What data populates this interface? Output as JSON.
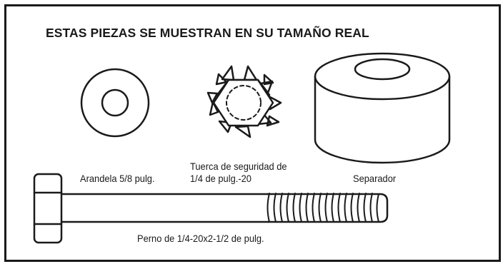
{
  "title": "ESTAS PIEZAS SE MUESTRAN EN SU TAMAÑO REAL",
  "parts": {
    "washer": {
      "label": "Arandela 5/8 pulg."
    },
    "lock_nut": {
      "label_line1": "Tuerca de seguridad de",
      "label_line2": "1/4 de pulg.-20"
    },
    "spacer": {
      "label": "Separador"
    },
    "bolt": {
      "label": "Perno de 1/4-20x2-1/2 de pulg."
    }
  },
  "colors": {
    "ink": "#1a1a1a",
    "background": "#ffffff"
  }
}
